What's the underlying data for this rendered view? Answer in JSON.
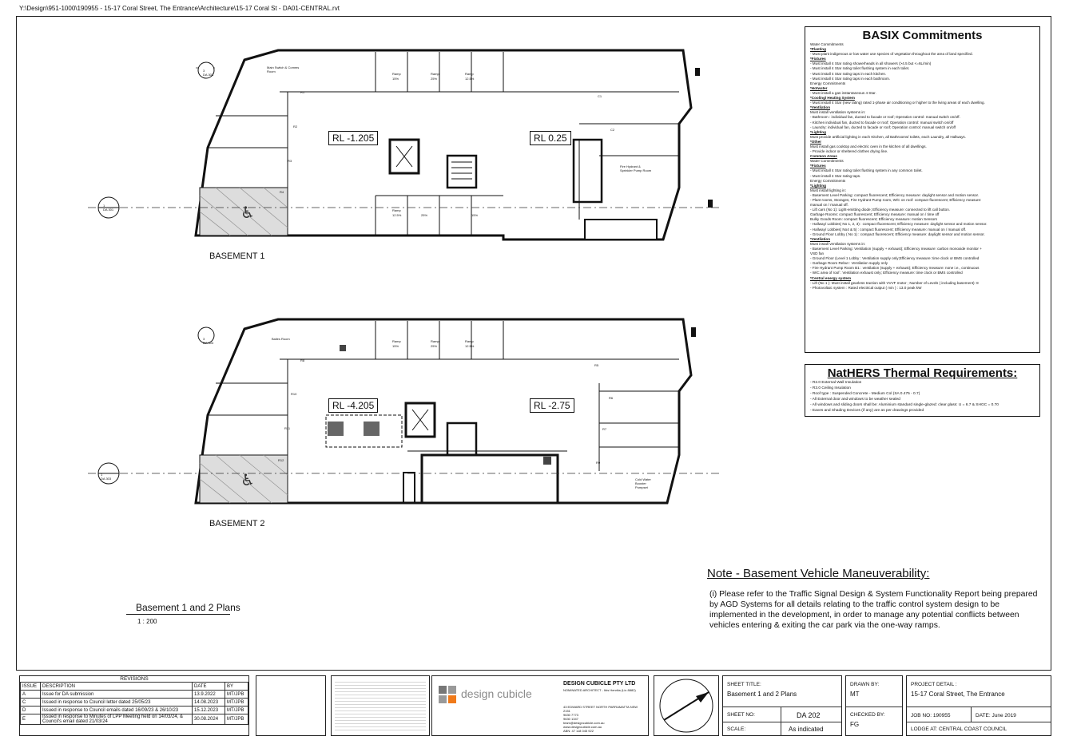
{
  "file_path": "Y:\\Design\\951-1000\\190955 - 15-17 Coral Street, The Entrance\\Architecture\\15-17 Coral St - DA01-CENTRAL.rvt",
  "basement1": {
    "label": "BASEMENT 1",
    "rl_left": "RL -1.205",
    "rl_right": "RL 0.25",
    "rooms": [
      "Main Switch & Comms Room",
      "Fire Hydrant & Sprinkler Pump Room"
    ],
    "ramps": [
      "Ramp",
      "Ramp",
      "Ramp",
      "Ramp"
    ],
    "ramp_grades": [
      "15%",
      "25%",
      "12.5%",
      "12.5%",
      "25%",
      "15%"
    ],
    "section_refs": [
      "3",
      "DA 303",
      "1",
      "DA 301"
    ],
    "storage": [
      "R1",
      "R2",
      "R3",
      "R4",
      "C1",
      "C2"
    ]
  },
  "basement2": {
    "label": "BASEMENT 2",
    "rl_left": "RL -4.205",
    "rl_right": "RL -2.75",
    "rooms": [
      "Bailes Room",
      "Cold Water Booster Pumpset"
    ],
    "ramps": [
      "Ramp",
      "Ramp",
      "Ramp"
    ],
    "ramp_grades": [
      "15%",
      "25%",
      "12.5%"
    ],
    "section_refs": [
      "3",
      "DA 303",
      "1",
      "DA 303"
    ],
    "storage": [
      "R5",
      "R6",
      "R7",
      "R8",
      "R9",
      "R10",
      "R11",
      "R12"
    ]
  },
  "sheet_caption": {
    "title": "Basement 1 and 2 Plans",
    "scale": "1 : 200"
  },
  "basix": {
    "title": "BASIX Commitments",
    "lines": [
      {
        "t": "Water Commitments",
        "h": false
      },
      {
        "t": "*Planting",
        "h": true
      },
      {
        "t": "- Must plant indigenous or low water use species of vegetation throughout the area of land specified.",
        "h": false
      },
      {
        "t": "*Fixtures",
        "h": true
      },
      {
        "t": "- Must install 4 Star rating showerheads in all showers (>4.5 but <=6L/min)",
        "h": false
      },
      {
        "t": "- Must install 4 Star rating toilet flushing system in each toilet.",
        "h": false
      },
      {
        "t": "- Must install 4 Star rating taps in each kitchen.",
        "h": false
      },
      {
        "t": "- Must install 4 Star rating taps in each bathroom.",
        "h": false
      },
      {
        "t": "Energy Commitments",
        "h": false
      },
      {
        "t": "*Hotwater",
        "h": true
      },
      {
        "t": "- Must install a gas instantaneous 4 Star.",
        "h": false
      },
      {
        "t": "*Cooling/ Heating System",
        "h": true
      },
      {
        "t": "- Must install 4 Star (new rating) rated 1-phase air conditioning or higher to the living areas of each dwelling.",
        "h": false
      },
      {
        "t": "*Ventilation",
        "h": true
      },
      {
        "t": "Must install ventilation systems in:",
        "h": false
      },
      {
        "t": "- Bathroom : individual fan, ducted to facade or roof; Operation control: manual switch on/off.",
        "h": false
      },
      {
        "t": "- Kitchen individual fan, ducted to facade or roof; Operation control: manual switch on/off",
        "h": false
      },
      {
        "t": "- Laundry: individual fan, ducted to facade or roof; Operation control: manual switch on/off",
        "h": false
      },
      {
        "t": "*Lighting",
        "h": true
      },
      {
        "t": "Must provide artificial lighting in each Kitchen, all Bathrooms/ toilets, each Laundry, all Hallways.",
        "h": false
      },
      {
        "t": "*Other",
        "h": true
      },
      {
        "t": "Must install gas cooktop and electric oven in the kitchen of all dwellings.",
        "h": false
      },
      {
        "t": "- Provide indoor or sheltered clothes drying line.",
        "h": false
      },
      {
        "t": "Common Areas",
        "h": true
      },
      {
        "t": "Water Commitments",
        "h": false
      },
      {
        "t": "*Fixtures",
        "h": true
      },
      {
        "t": "- Must install 4 Star rating toilet flushing system in any common toilet.",
        "h": false
      },
      {
        "t": "- Must install 4 Star rating taps.",
        "h": false
      },
      {
        "t": "Energy Commitments",
        "h": false
      },
      {
        "t": "*Lighting",
        "h": true
      },
      {
        "t": "Must install lighting in:",
        "h": false
      },
      {
        "t": "- Basement Level Parking: compact fluorescent; Efficiency measure: daylight sensor and motion sensor.",
        "h": false
      },
      {
        "t": "- Plant rooms, Storages, Fire Hydrant Pump room, W/C on roof: compact fluorescent; Efficiency measure:",
        "h": false
      },
      {
        "t": "manual on / manual off.",
        "h": false
      },
      {
        "t": "- Lift cars (No 1): Light-emitting diode; Efficiency measure: connected to lift call button.",
        "h": false
      },
      {
        "t": "Garbage Rooms: compact fluorescent; Efficiency measure: manual on / time off",
        "h": false
      },
      {
        "t": "Bulky Goods Room: compact fluorescent; Efficiency measure: motion Sensors",
        "h": false
      },
      {
        "t": "- Hallway/ Lobbies( No 1, 2, 3) : compact fluorescent; Efficiency measure: daylight sensor and motion sensor.",
        "h": false
      },
      {
        "t": "- Hallway/ Lobbies( No4 & 5) : compact fluorescent; Efficiency measure: manual on / manual off.",
        "h": false
      },
      {
        "t": "- Ground Floor Lobby ( No 1) : compact fluorescent; Efficiency measure: daylight sensor and motion sensor.",
        "h": false
      },
      {
        "t": "*Ventilation",
        "h": true
      },
      {
        "t": "Must install ventilation systems in:",
        "h": false
      },
      {
        "t": "- Basement Level Parking: Ventilation (supply + exhaust); Efficiency measure: carbon monoxide monitor +",
        "h": false
      },
      {
        "t": "VSD fan",
        "h": false
      },
      {
        "t": "- Ground Floor (Level 1 Lobby : Ventilation supply only;Efficiency measure: time clock or BMS controlled",
        "h": false
      },
      {
        "t": "- Garbage Room Rebut : Ventilation supply only",
        "h": false
      },
      {
        "t": "- Fire Hydrant Pump Room B1 : ventilation (supply + exhaust); Efficiency measure: none i.e., continuous",
        "h": false
      },
      {
        "t": "- W/C area of roof : Ventilation exhaust only; Efficiency measure: time clock or BMS controlled",
        "h": false
      },
      {
        "t": "*Central energy system",
        "h": true
      },
      {
        "t": "- Lift (No 1 ): Must install gearless traction with VVVF motor ; Number of Levels ( including basement): 8",
        "h": false
      },
      {
        "t": "- Photovoltaic system : Rated electrical output ( min ) : 13.0 peak kW",
        "h": false
      }
    ]
  },
  "nathers": {
    "title": "NatHERS Thermal Requirements:",
    "lines": [
      "- R2.0 External Wall Insulation",
      "- R3.0 Ceiling Insulation",
      "- Roof type : Suspended Concrete - Medium Col (SA 0.475 - 0.7)",
      "- All External door and windows to be weather sealed",
      "- All windows and sliding doors shall be: Aluminium standard single-glazed: clear glass: U = 6.7 & SHGC = 0.70",
      "- Eaves and Shading Devices (if any) are as per drawings provided"
    ]
  },
  "note": {
    "title": "Note - Basement Vehicle Maneuverability:",
    "body": "(i) Please refer to the Traffic Signal Design & System Functionality Report being prepared by AGD Systems for all details relating to the traffic control system design to be implemented in the development, in order to manage any potential conflicts between vehicles entering & exiting the car park via the one-way ramps."
  },
  "revisions": {
    "title": "REVISIONS",
    "headers": [
      "ISSUE",
      "DESCRIPTION",
      "DATE",
      "BY"
    ],
    "rows": [
      [
        "A",
        "Issue for DA submission",
        "13.9.2022",
        "MT/JPB"
      ],
      [
        "C",
        "Issued in response to Council letter dated 25/05/23",
        "14.08.2023",
        "MT/JPB"
      ],
      [
        "D",
        "Issued in response to Council emails dated 16/09/23 & 26/10/23",
        "15.12.2023",
        "MT/JPB"
      ],
      [
        "E",
        "Issued in response to Minutes of LPP Meeting held on 14/03/24, & Council's email dated 21/03/24",
        "30.08.2024",
        "MT/JPB"
      ]
    ]
  },
  "firm": {
    "name": "DESIGN CUBICLE PTY LTD",
    "sub": "NOMINATED ARCHITECT - Ibis Henriks (Lic 8882)",
    "logo": "design cubicle",
    "abn_label": "ABN:",
    "abn": "47 118 045 922",
    "address": "43 EDWARD STREET NORTH PARRAMATTA NSW 2151",
    "tel": "9630 7773",
    "fax": "9630 1347",
    "email": "team@designcubicle.com.au",
    "web": "www.designcubicle.com.au"
  },
  "title_block": {
    "sheet_title_label": "SHEET TITLE:",
    "sheet_title": "Basement 1 and 2 Plans",
    "sheet_no_label": "SHEET NO:",
    "sheet_no": "DA 202",
    "scale_label": "SCALE:",
    "scale": "As indicated",
    "drawn_by_label": "DRAWN BY:",
    "drawn_by": "MT",
    "checked_by_label": "CHECKED BY:",
    "checked_by": "FG",
    "project_label": "PROJECT DETAIL :",
    "project": "15-17 Coral Street, The Entrance",
    "job_no_label": "JOB NO:",
    "job_no": "190955",
    "date_label": "DATE:",
    "date": "June 2019",
    "lodge_label": "LODGE AT:",
    "lodge": "CENTRAL COAST COUNCIL"
  }
}
